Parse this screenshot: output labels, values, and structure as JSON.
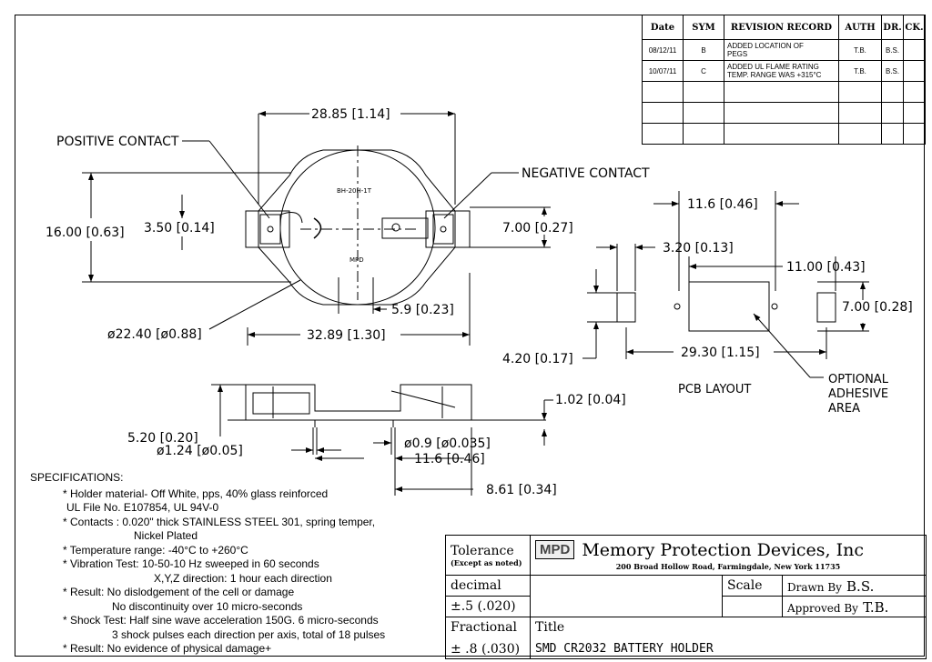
{
  "revision_table": {
    "headers": [
      "Date",
      "SYM",
      "REVISION  RECORD",
      "AUTH",
      "DR.",
      "CK."
    ],
    "rows": [
      {
        "date": "08/12/11",
        "sym": "B",
        "desc1": "ADDED LOCATION OF",
        "desc2": "PEGS",
        "auth": "T.B.",
        "dr": "B.S.",
        "ck": ""
      },
      {
        "date": "10/07/11",
        "sym": "C",
        "desc1": "ADDED UL FLAME RATING",
        "desc2": "TEMP. RANGE WAS +315°C",
        "auth": "T.B.",
        "dr": "B.S.",
        "ck": ""
      }
    ]
  },
  "drawing": {
    "top_width": "28.85 [1.14]",
    "positive_contact": "POSITIVE  CONTACT",
    "negative_contact": "NEGATIVE  CONTACT",
    "height_total": "16.00 [0.63]",
    "pin_left": "3.50 [0.14]",
    "pin_right": "7.00 [0.27]",
    "part_marking": "BH-20H-1T",
    "brand_marking": "MPD",
    "slot_width": "5.9 [0.23]",
    "diameter": "ø22.40 [ø0.88]",
    "overall_width": "32.89 [1.30]",
    "side_height": "5.20 [0.20]",
    "peg_dia_1": "ø1.24 [ø0.05]",
    "peg_dia_2": "ø0.9 [ø0.035]",
    "peg_spacing": "11.6 [0.46]",
    "peg_offset": "8.61 [0.34]",
    "thickness": "1.02 [0.04]",
    "pcb_pad_gap": "11.6 [0.46]",
    "pcb_pad_width": "3.20 [0.13]",
    "pcb_area_width": "11.00 [0.43]",
    "pcb_pad_height": "7.00 [0.28]",
    "pcb_small_pad": "4.20 [0.17]",
    "pcb_overall": "29.30 [1.15]",
    "pcb_layout": "PCB LAYOUT",
    "optional_1": "OPTIONAL",
    "optional_2": "ADHESIVE",
    "optional_3": "AREA"
  },
  "specs": {
    "heading": "SPECIFICATIONS:",
    "lines": [
      "* Holder material- Off White, pps, 40% glass reinforced",
      "UL File No. E107854, UL 94V-0",
      "* Contacts : 0.020\" thick STAINLESS STEEL 301, spring temper,",
      "Nickel Plated",
      "* Temperature range: -40°C to +260°C",
      "* Vibration Test: 10-50-10 Hz sweeped in 60 seconds",
      "X,Y,Z direction: 1 hour each direction",
      "* Result:  No dislodgement of the cell or damage",
      "No discontinuity over 10 micro-seconds",
      "* Shock Test: Half sine  wave acceleration 150G. 6 micro-seconds",
      "3 shock pulses each direction per axis, total of 18 pulses",
      "* Result: No evidence of physical damage+"
    ]
  },
  "title_block": {
    "tolerance": "Tolerance",
    "tolerance_note": "(Except as noted)",
    "logo": "MPD",
    "company": "Memory  Protection  Devices,  Inc",
    "address": "200 Broad Hollow Road, Farmingdale, New York 11735",
    "decimal": "decimal",
    "scale": "Scale",
    "drawn_by_label": "Drawn By",
    "drawn_by": "B.S.",
    "decimal_tol": "±.5 (.020)",
    "approved_by_label": "Approved By",
    "approved_by": "T.B.",
    "fractional": "Fractional",
    "title_label": "Title",
    "fractional_tol": "± .8 (.030)",
    "title": "SMD  CR2032  BATTERY  HOLDER"
  }
}
